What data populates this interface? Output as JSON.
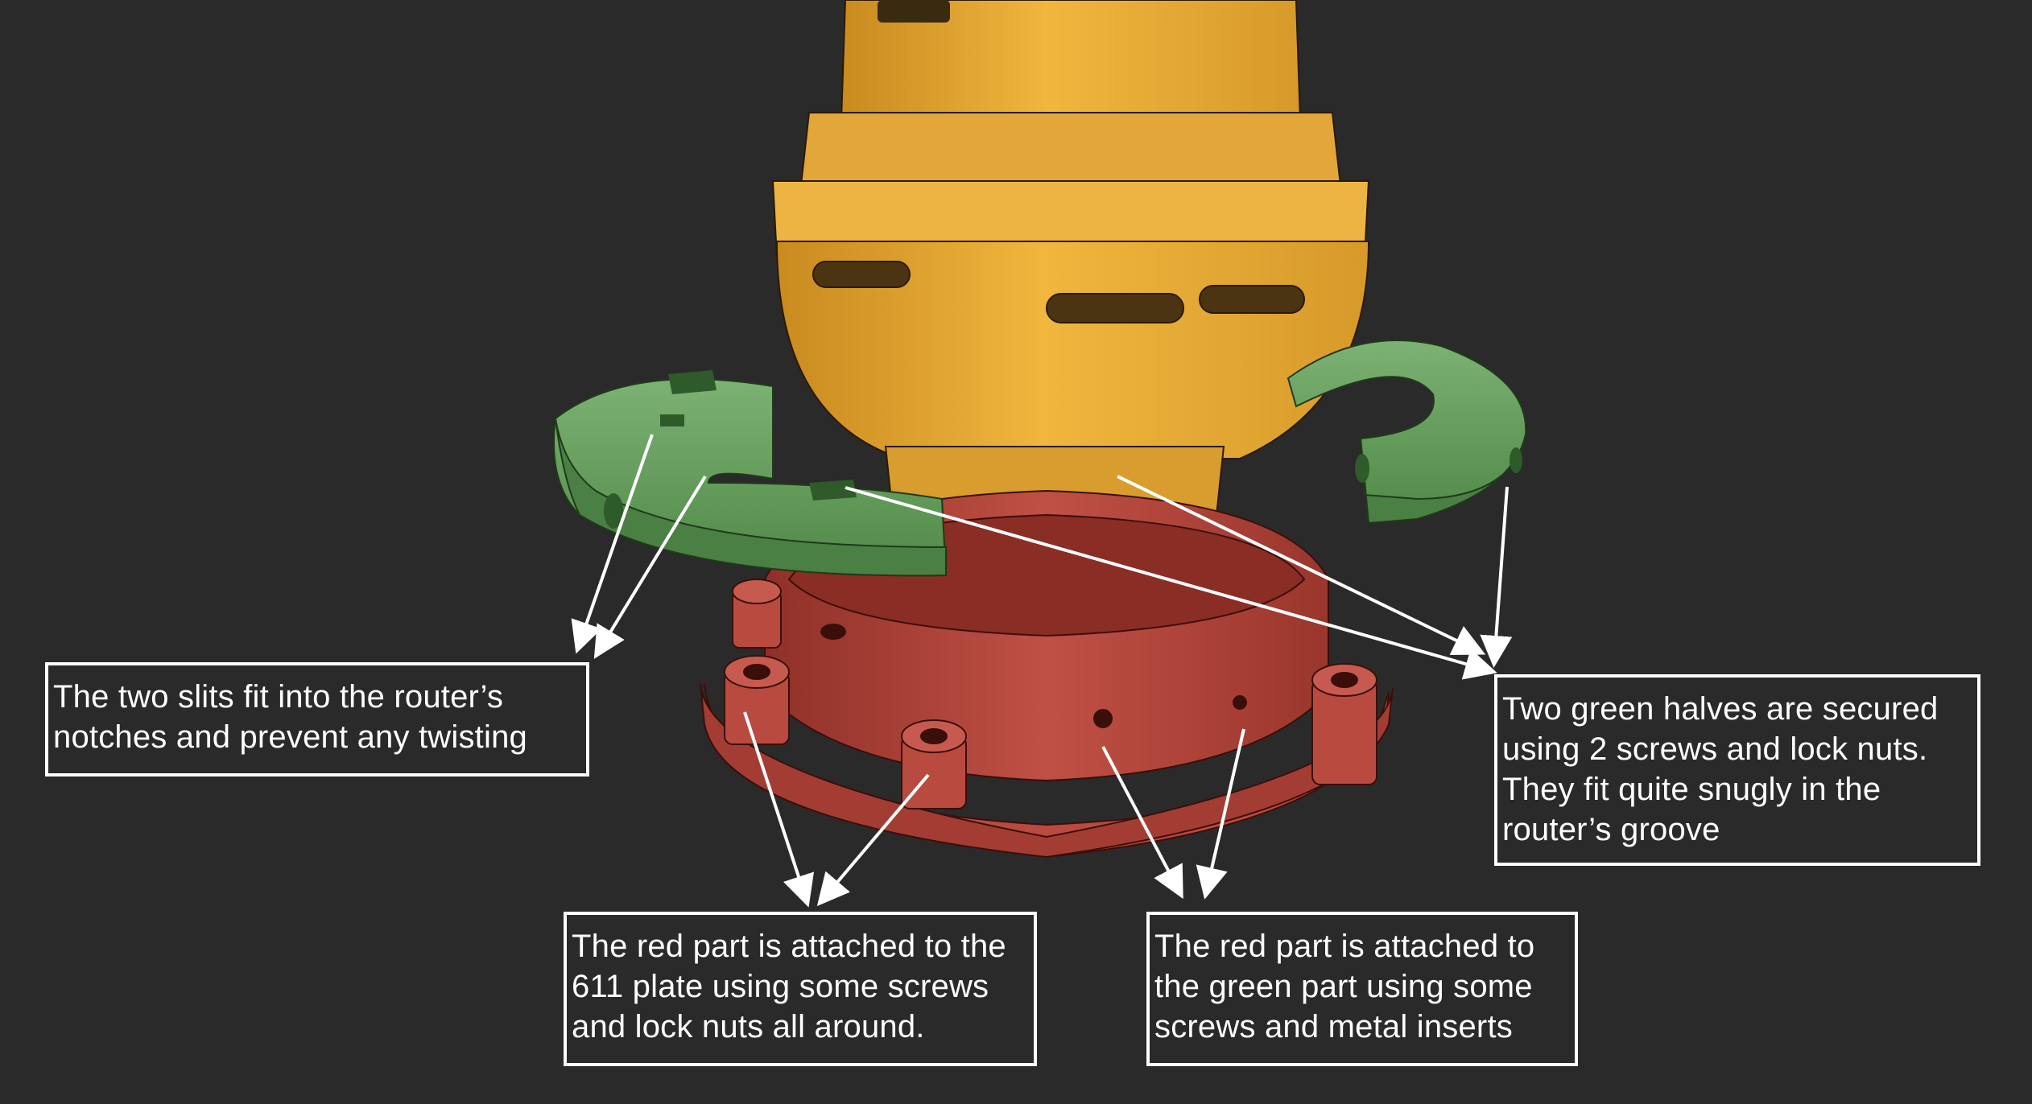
{
  "annotations": {
    "slits": "The two slits fit into the router’s\nnotches and prevent any twisting",
    "green_halves": "Two green halves are secured\nusing 2 screws and lock nuts.\nThey fit quite snugly in the\nrouter’s groove",
    "red_to_plate": "The red part is attached to the\n611 plate using some screws\nand lock nuts all around.",
    "red_to_green": "The red part is attached to\nthe green part using some\nscrews and metal inserts"
  },
  "colors": {
    "background": "#2a2a2a",
    "router_body": "#e3a733",
    "green_part": "#5e9a56",
    "red_part": "#b5463c",
    "annotation": "#ffffff"
  }
}
